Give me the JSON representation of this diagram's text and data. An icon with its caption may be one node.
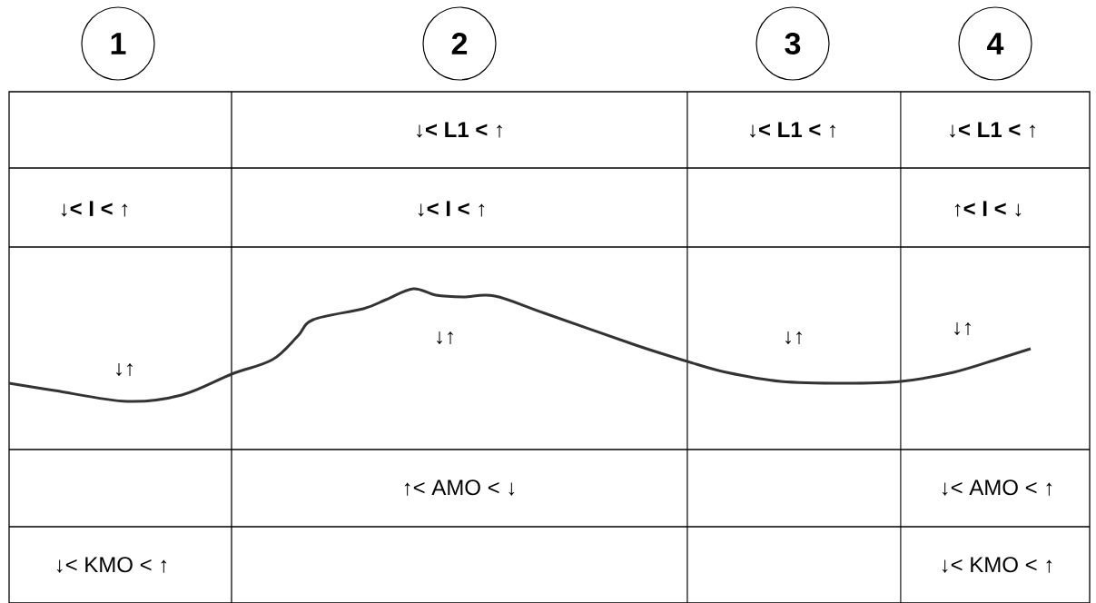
{
  "diagram": {
    "nodes": [
      {
        "text": [
          "1"
        ]
      },
      {
        "text": [
          "2"
        ]
      },
      {
        "text": [
          "3"
        ]
      },
      {
        "text": [
          "4"
        ]
      }
    ],
    "labels": [
      "↓< L1 < ↑",
      "↓< L1 < ↑",
      "↓< L1 < ↑",
      "↓< I < ↑",
      "↓< I < ↑",
      "↑< I < ↓",
      "↓↑",
      "↓↑",
      "↓↑",
      "↓↑",
      "↑< AMO < ↓",
      "↓< AMO < ↑",
      "↓< KMO < ↑",
      "↓< KMO < ↑"
    ]
  }
}
